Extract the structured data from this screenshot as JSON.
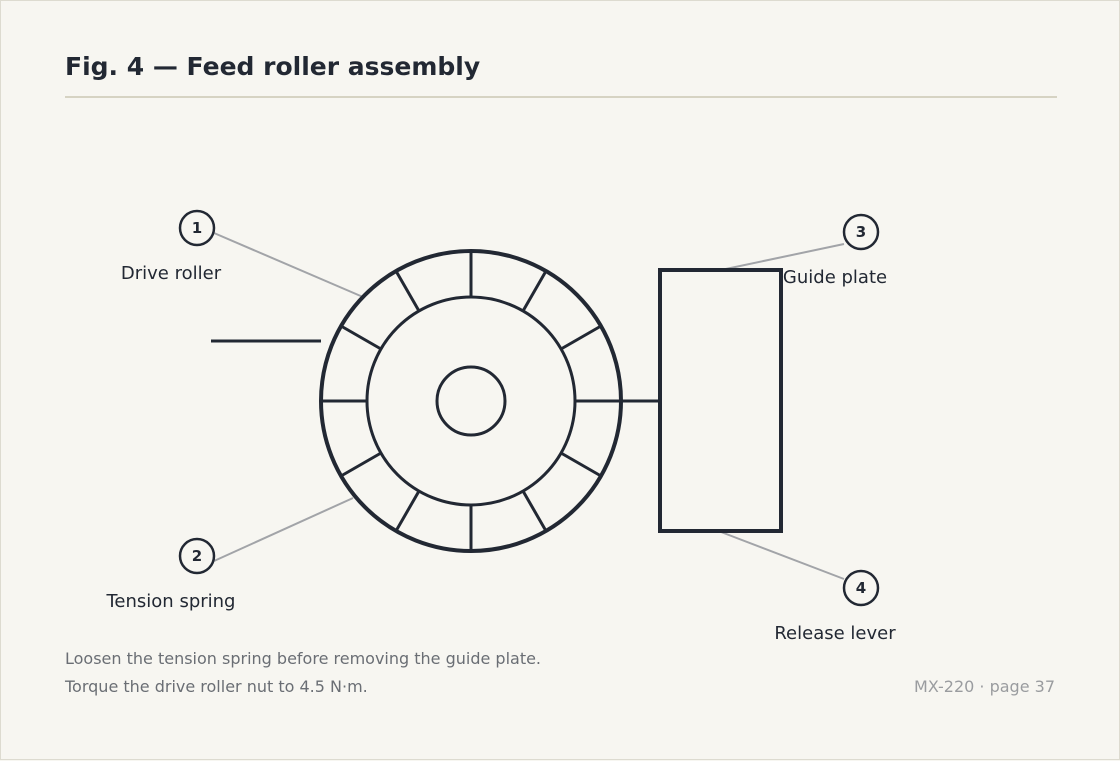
{
  "title": "Fig. 4 — Feed roller assembly",
  "callouts": [
    {
      "num": "1",
      "label": "Drive roller"
    },
    {
      "num": "2",
      "label": "Tension spring"
    },
    {
      "num": "3",
      "label": "Guide plate"
    },
    {
      "num": "4",
      "label": "Release lever"
    }
  ],
  "notes": [
    "Loosen the tension spring before removing the guide plate.",
    "Torque the drive roller nut to 4.5 N·m."
  ],
  "page_ref": "MX-220 · page 37",
  "colors": {
    "ink": "#222833",
    "leader": "#a2a4a8",
    "background": "#f7f6f1",
    "rule": "#d6d3c3",
    "muted": "#6a6e74"
  }
}
